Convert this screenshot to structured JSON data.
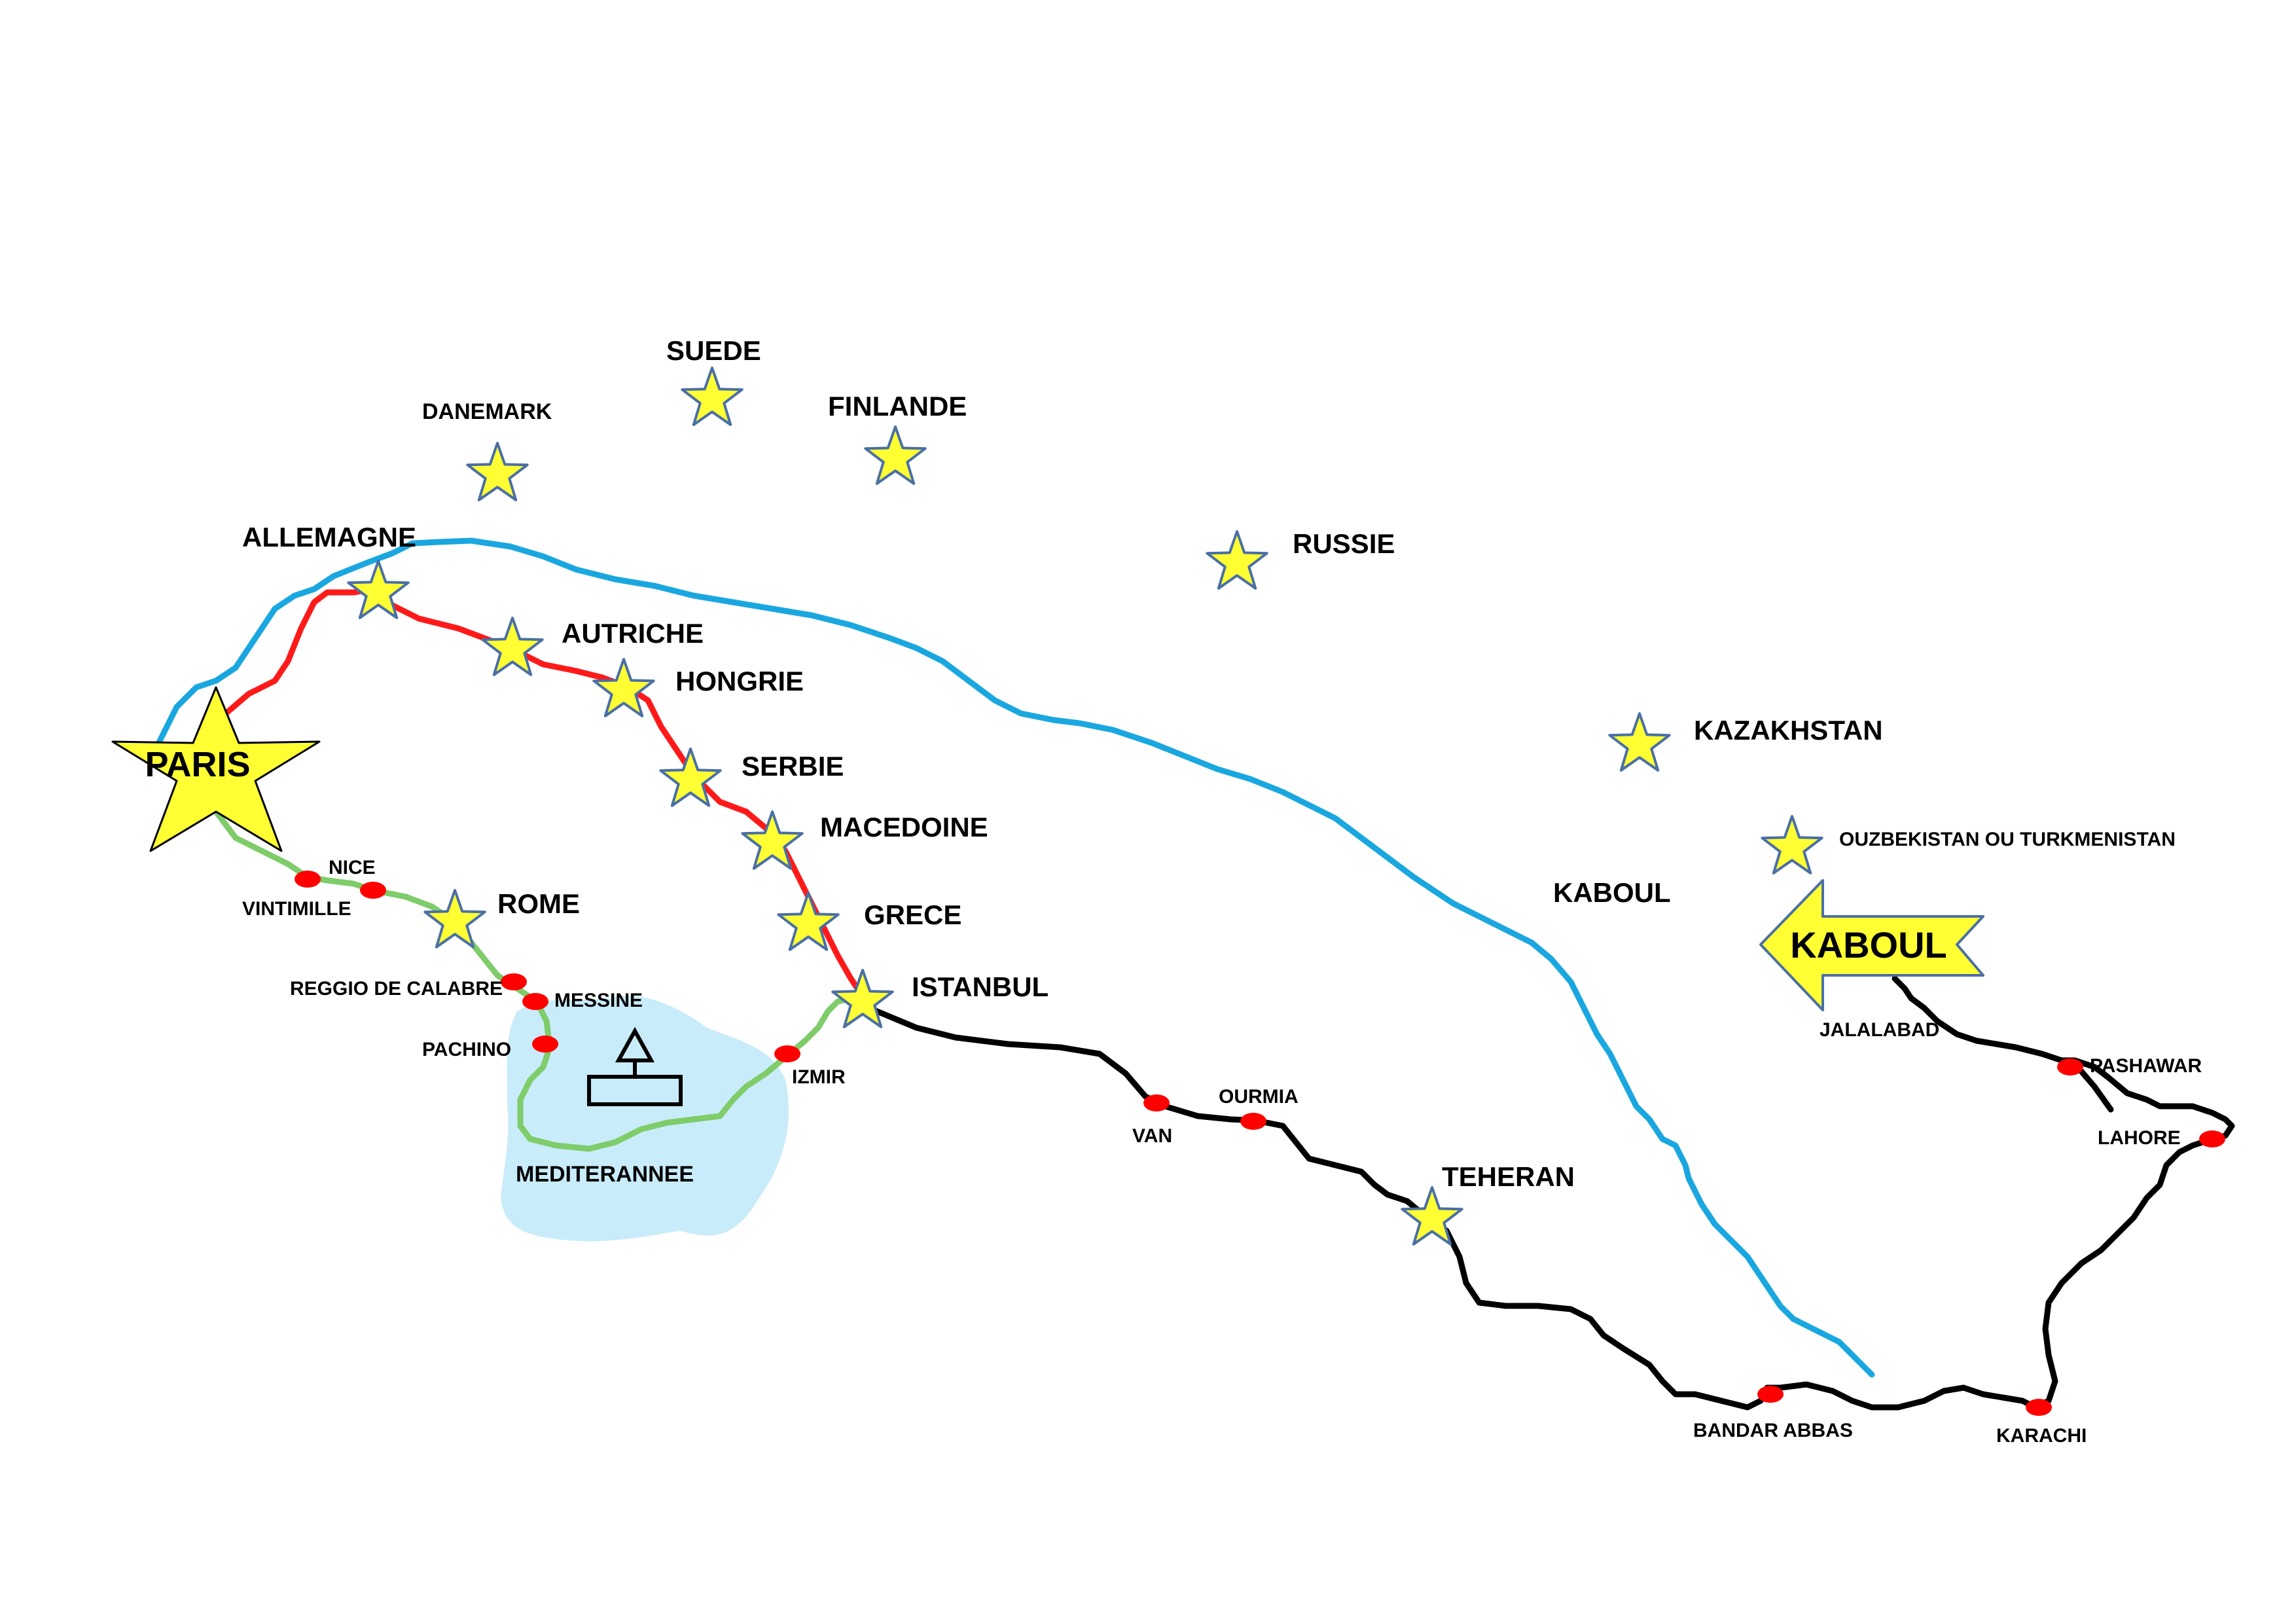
{
  "colors": {
    "route_blue": "#1aa7e0",
    "route_red": "#ff1a1a",
    "route_green": "#7fcc6a",
    "route_black": "#000000",
    "star_fill": "#ffff33",
    "stop_dot": "#ff0000",
    "sea_fill": "#c9ecfa"
  },
  "countries": {
    "suede": "SUEDE",
    "danemark": "DANEMARK",
    "finlande": "FINLANDE",
    "russie": "RUSSIE",
    "allemagne": "ALLEMAGNE",
    "autriche": "AUTRICHE",
    "hongrie": "HONGRIE",
    "serbie": "SERBIE",
    "macedoine": "MACEDOINE",
    "grece": "GRECE",
    "istanbul": "ISTANBUL",
    "rome": "ROME",
    "teheran": "TEHERAN",
    "kazakhstan": "KAZAKHSTAN",
    "ouzbekistan": "OUZBEKISTAN OU TURKMENISTAN",
    "kaboul_text": "KABOUL"
  },
  "start": {
    "label": "PARIS",
    "icon": "large-star-icon"
  },
  "destination": {
    "label": "KABOUL",
    "icon": "arrow-left-icon"
  },
  "stops": {
    "nice": "NICE",
    "vintimille": "VINTIMILLE",
    "reggio": "REGGIO DE CALABRE",
    "messine": "MESSINE",
    "pachino": "PACHINO",
    "izmir": "IZMIR",
    "van": "VAN",
    "ourmia": "OURMIA",
    "bandar_abbas": "BANDAR ABBAS",
    "karachi": "KARACHI",
    "lahore": "LAHORE",
    "pashawar": "PASHAWAR",
    "jalalabad": "JALALABAD"
  },
  "sea": {
    "label": "MEDITERANNEE",
    "icon": "ship-icon"
  }
}
